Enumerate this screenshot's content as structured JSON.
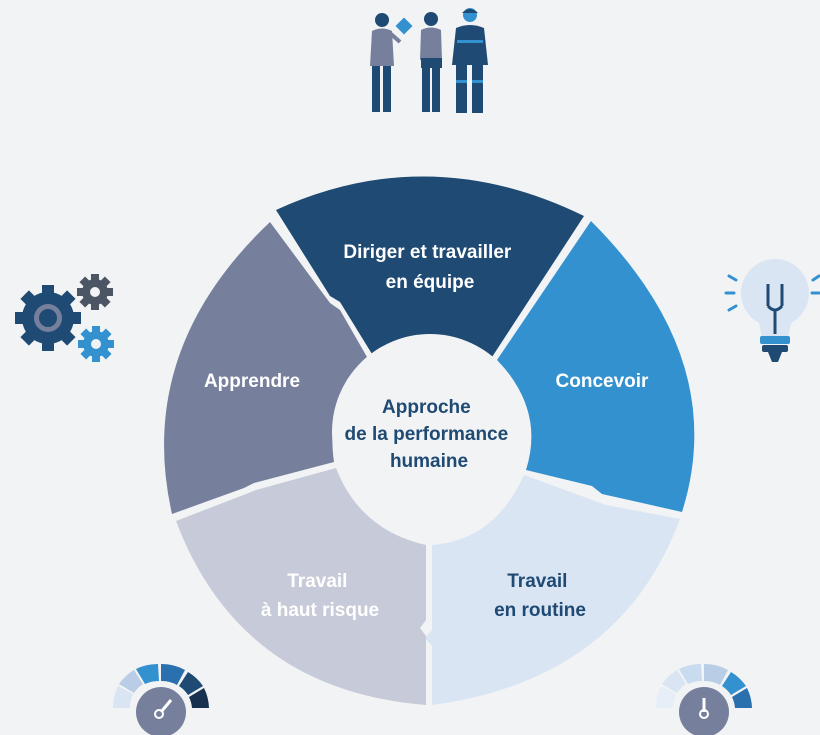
{
  "center": {
    "lines": [
      "Approche",
      "de la performance",
      "humaine"
    ],
    "color": "#1f4a73"
  },
  "segments": [
    {
      "id": "diriger",
      "lines": [
        "Diriger et travailler",
        "en équipe"
      ],
      "fill": "#1f4a73",
      "text_color": "#ffffff"
    },
    {
      "id": "concevoir",
      "lines": [
        "Concevoir"
      ],
      "fill": "#3391d0",
      "text_color": "#ffffff"
    },
    {
      "id": "routine",
      "lines": [
        "Travail",
        "en routine"
      ],
      "fill": "#dae5f4",
      "text_color": "#1f4a73"
    },
    {
      "id": "haut-risque",
      "lines": [
        "Travail",
        "à haut risque"
      ],
      "fill": "#c7cad8",
      "text_color": "#ffffff"
    },
    {
      "id": "apprendre",
      "lines": [
        "Apprendre"
      ],
      "fill": "#76809d",
      "text_color": "#ffffff"
    }
  ],
  "icons": {
    "people": "people-icon",
    "gears": "gears-icon",
    "lightbulb": "lightbulb-icon",
    "gauge_high": "gauge-high-icon",
    "gauge_low": "gauge-low-icon"
  },
  "colors": {
    "navy": "#1f4a73",
    "blue": "#3391d0",
    "slate": "#76809d",
    "grey": "#c7cad8",
    "pale": "#dae5f4",
    "background": "#f2f3f4"
  }
}
